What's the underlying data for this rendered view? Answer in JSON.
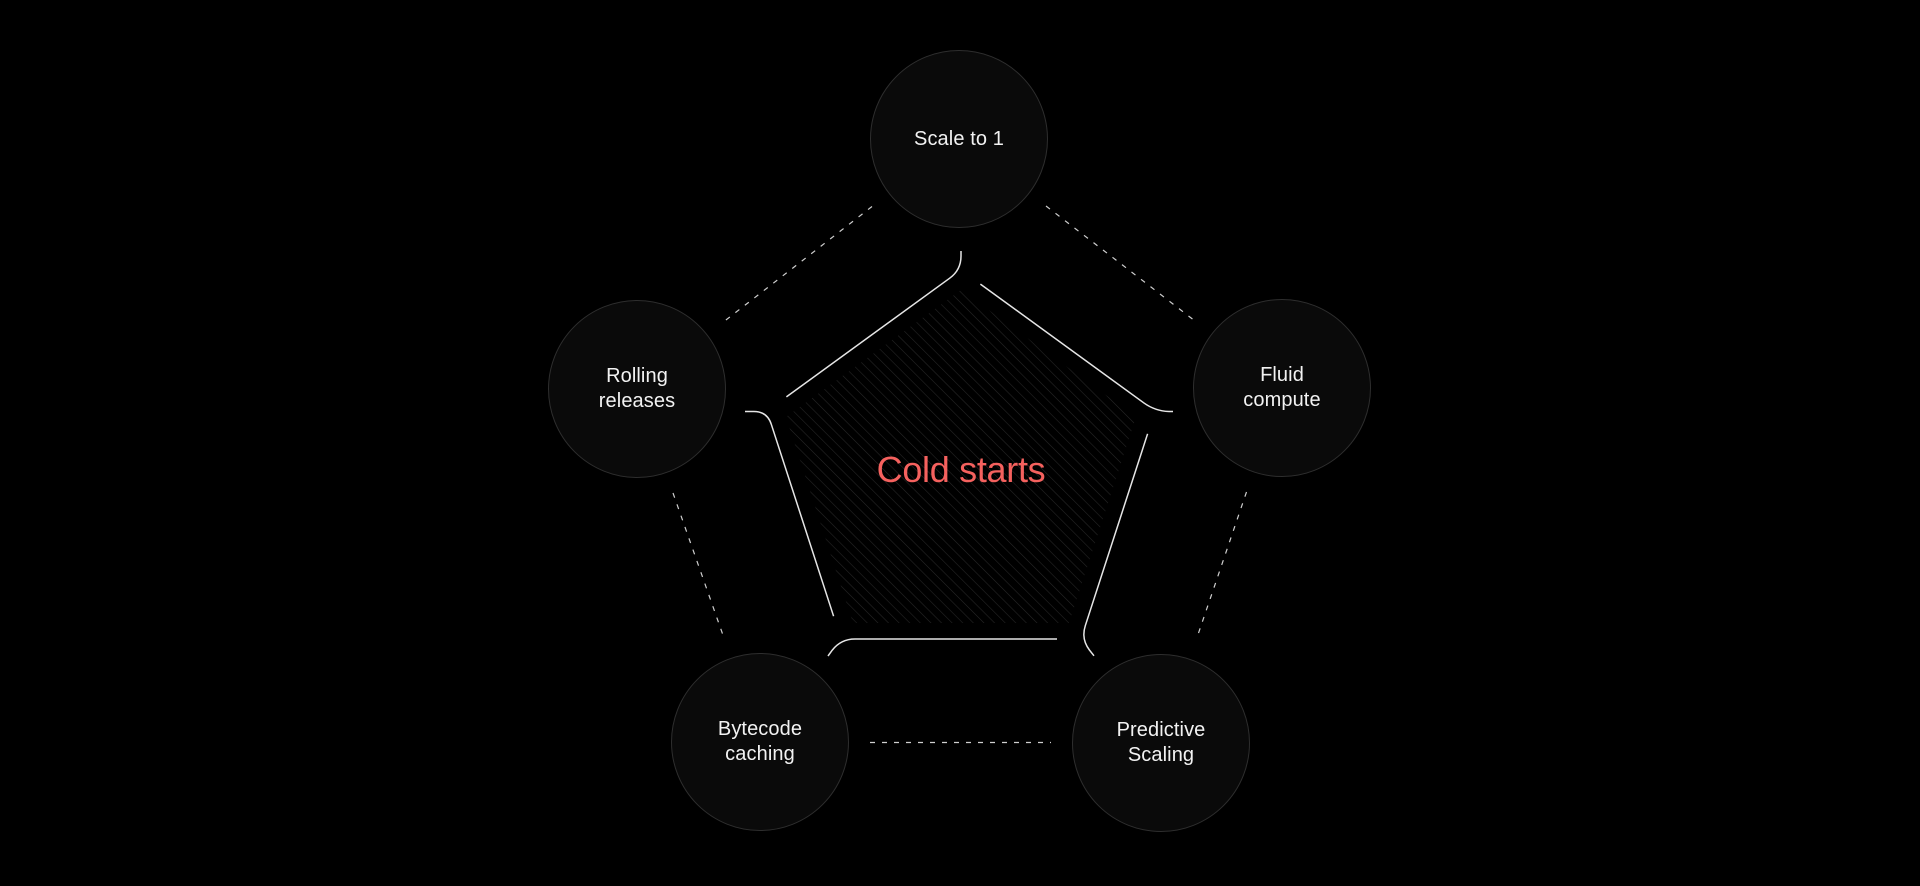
{
  "title": {
    "text": "Cold starts",
    "color": "#f5615e"
  },
  "nodes": [
    {
      "id": "scale-to-1",
      "lines": [
        "Scale to 1"
      ]
    },
    {
      "id": "rolling-releases",
      "lines": [
        "Rolling",
        "releases"
      ]
    },
    {
      "id": "fluid-compute",
      "lines": [
        "Fluid",
        "compute"
      ]
    },
    {
      "id": "bytecode-caching",
      "lines": [
        "Bytecode",
        "caching"
      ]
    },
    {
      "id": "predictive-scaling",
      "lines": [
        "Predictive",
        "Scaling"
      ]
    }
  ],
  "colors": {
    "background": "#000000",
    "accent": "#f5615e",
    "node_fill": "#0a0a0a",
    "node_border": "#2e2e2e",
    "line": "#e6e6e6",
    "dashed_line": "#cfcfcf",
    "hatch": "#282828",
    "label_text": "#f2f2f2"
  }
}
